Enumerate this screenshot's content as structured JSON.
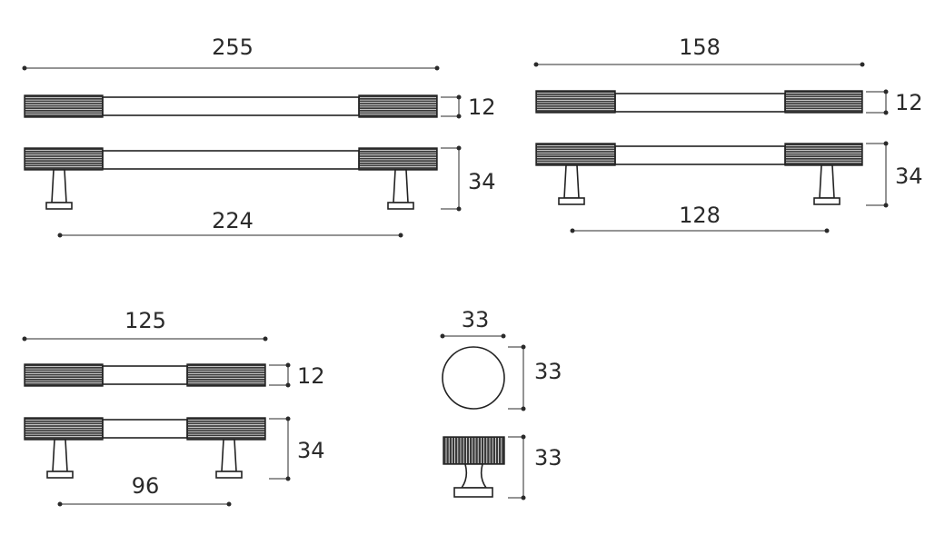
{
  "drawings": [
    {
      "name": "handle-255",
      "overall_length": "255",
      "bar_height": "12",
      "total_height": "34",
      "hole_spacing": "224"
    },
    {
      "name": "handle-158",
      "overall_length": "158",
      "bar_height": "12",
      "total_height": "34",
      "hole_spacing": "128"
    },
    {
      "name": "handle-125",
      "overall_length": "125",
      "bar_height": "12",
      "total_height": "34",
      "hole_spacing": "96"
    },
    {
      "name": "knob-33",
      "diameter": "33",
      "front_height": "33",
      "side_height": "33"
    }
  ],
  "colors": {
    "line": "#222222",
    "knurl": "#3a3a3a",
    "background": "#ffffff"
  }
}
